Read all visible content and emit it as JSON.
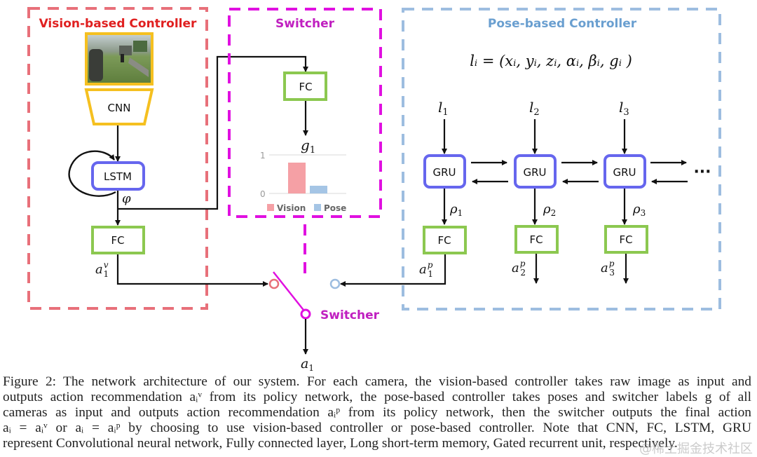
{
  "colors": {
    "vision": "#e8707a",
    "vision_title": "#e02020",
    "switcher": "#e010e0",
    "switcher_title": "#c020c0",
    "pose": "#9dbde0",
    "pose_title": "#6a9fd0",
    "cnn": "#f5c020",
    "lstm_gru": "#6666ee",
    "fc": "#8cc850",
    "vision_bar": "#f5a0a5",
    "pose_bar": "#a5c5e5"
  },
  "vision_block": {
    "title": "Vision-based Controller",
    "cnn": "CNN",
    "lstm": "LSTM",
    "phi": "φ",
    "fc": "FC",
    "output": "a",
    "output_sup": "v",
    "output_sub": "1"
  },
  "switcher_block": {
    "title": "Switcher",
    "fc": "FC",
    "g_label": "g",
    "g_sub": "1"
  },
  "pose_block": {
    "title": "Pose-based Controller",
    "formula": "lᵢ = (xᵢ, yᵢ, zᵢ, αᵢ, βᵢ, gᵢ )",
    "ellipsis": "···",
    "units": [
      {
        "input": "l",
        "input_sub": "1",
        "gru": "GRU",
        "rho": "ρ",
        "rho_sub": "1",
        "fc": "FC",
        "out": "a",
        "out_sup": "p",
        "out_sub": "1"
      },
      {
        "input": "l",
        "input_sub": "2",
        "gru": "GRU",
        "rho": "ρ",
        "rho_sub": "2",
        "fc": "FC",
        "out": "a",
        "out_sup": "p",
        "out_sub": "2"
      },
      {
        "input": "l",
        "input_sub": "3",
        "gru": "GRU",
        "rho": "ρ",
        "rho_sub": "3",
        "fc": "FC",
        "out": "a",
        "out_sup": "p",
        "out_sub": "3"
      }
    ]
  },
  "switch": {
    "label": "Switcher",
    "output": "a",
    "output_sub": "1"
  },
  "chart_data": {
    "type": "bar",
    "title": "g1",
    "categories": [
      "Vision",
      "Pose"
    ],
    "values": [
      0.8,
      0.2
    ],
    "ylim": [
      0,
      1
    ],
    "yticks": [
      "0",
      "1"
    ],
    "legend": [
      "Vision",
      "Pose"
    ],
    "legend_position": "bottom",
    "grid": true
  },
  "caption": {
    "lines": [
      "Figure 2:  The network architecture of our system. For each camera, the vision-based controller takes raw image as input and",
      "outputs action recommendation aᵢᵛ from its policy network, the pose-based controller takes poses and switcher labels g of all",
      "cameras as input and outputs action recommendation aᵢᵖ from its policy network, then the switcher outputs the final action",
      "aᵢ = aᵢᵛ or aᵢ = aᵢᵖ by choosing to use vision-based controller or pose-based controller. Note that CNN, FC, LSTM, GRU",
      "represent Convolutional neural network, Fully connected layer, Long short-term memory, Gated recurrent unit, respectively."
    ]
  },
  "watermark": "@稀土掘金技术社区"
}
